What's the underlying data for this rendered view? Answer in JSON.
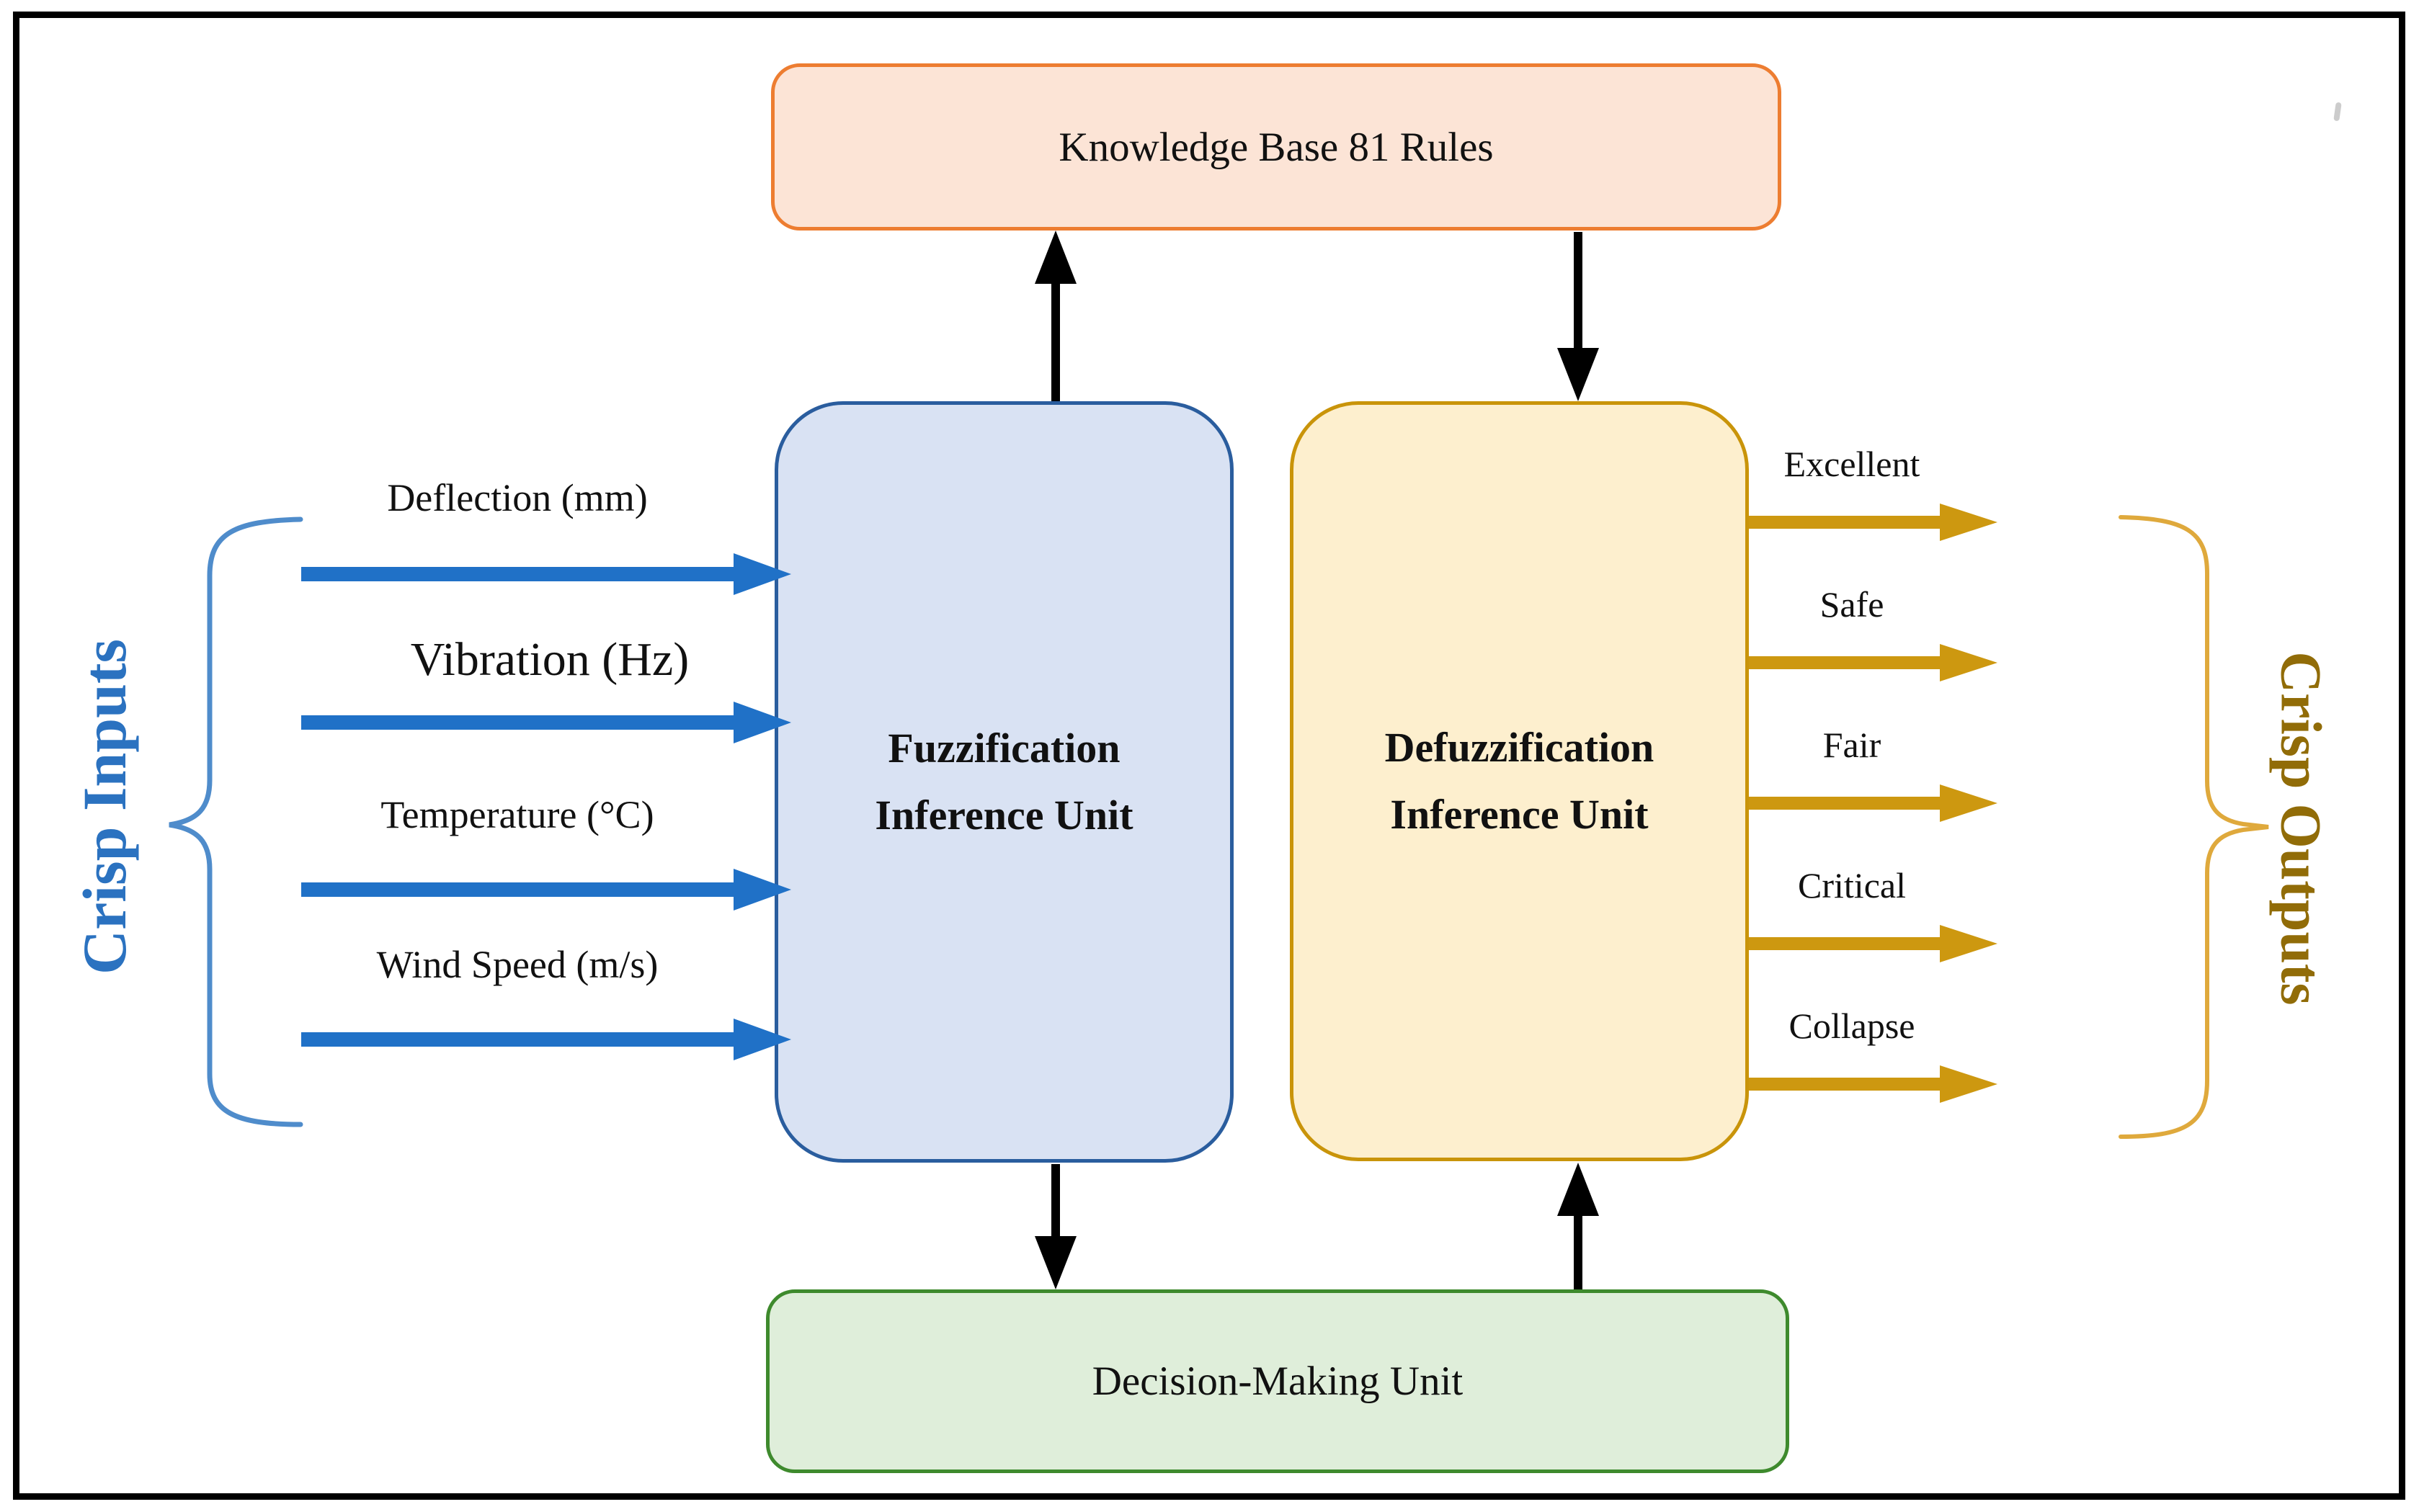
{
  "boxes": {
    "knowledge_base": {
      "label": "Knowledge Base 81 Rules",
      "fill": "#fce4d6",
      "border": "#ed7d31"
    },
    "fuzzification": {
      "line1": "Fuzzification",
      "line2": "Inference Unit",
      "fill": "#d9e2f3",
      "border": "#2a5d9e"
    },
    "defuzzification": {
      "line1": "Defuzzification",
      "line2": "Inference Unit",
      "fill": "#fdefce",
      "border": "#c9940a"
    },
    "decision_making": {
      "label": "Decision-Making Unit",
      "fill": "#dfeeda",
      "border": "#3e8a2d"
    }
  },
  "inputs": {
    "group_label": "Crisp Inputs",
    "text_color": "#2b72c0",
    "arrow_color": "#2071c7",
    "items": [
      {
        "label": "Deflection (mm)"
      },
      {
        "label": "Vibration (Hz)"
      },
      {
        "label": "Temperature (°C)"
      },
      {
        "label": "Wind Speed (m/s)"
      }
    ]
  },
  "outputs": {
    "group_label": "Crisp Outputs",
    "text_color": "#916c08",
    "arrow_color": "#cd9810",
    "items": [
      {
        "label": "Excellent"
      },
      {
        "label": "Safe"
      },
      {
        "label": "Fair"
      },
      {
        "label": "Critical"
      },
      {
        "label": "Collapse"
      }
    ]
  }
}
